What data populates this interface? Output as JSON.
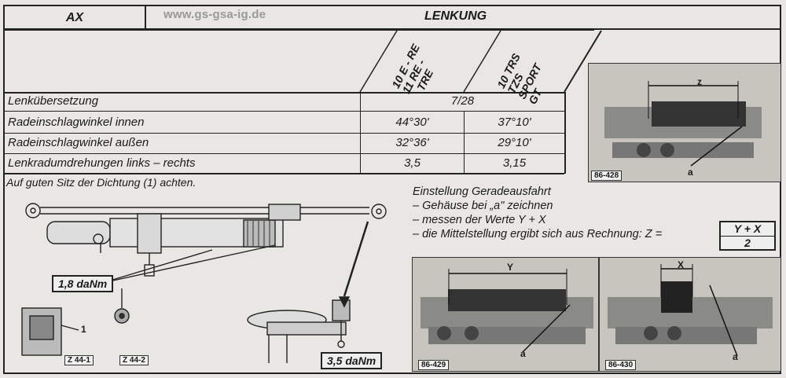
{
  "header": {
    "model": "AX",
    "url": "www.gs-gsa-ig.de",
    "title": "LENKUNG"
  },
  "columns": {
    "col1": "10 E - RE\n11 RE -\n   TRE",
    "col2": "10 TRS\nTZS\nSPORT\nGT"
  },
  "rows": [
    {
      "label": "Lenkübersetzung",
      "value": "7/28"
    },
    {
      "label": "Radeinschlagwinkel innen",
      "v1": "44°30'",
      "v2": "37°10'"
    },
    {
      "label": "Radeinschlagwinkel außen",
      "v1": "32°36'",
      "v2": "29°10'"
    },
    {
      "label": "Lenkradumdrehungen links – rechts",
      "v1": "3,5",
      "v2": "3,15"
    }
  ],
  "note": "Auf guten Sitz der Dichtung (1) achten.",
  "setup": {
    "title": "Einstellung Geradeausfahrt",
    "step1": "– Gehäuse bei „a\" zeichnen",
    "step2": "– messen der Werte Y + X",
    "step3": "– die Mittelstellung ergibt sich aus Rechnung: Z ="
  },
  "formula": {
    "numerator": "Y + X",
    "denominator": "2"
  },
  "torques": {
    "t1": "1,8 daNm",
    "t2": "3,5 daNm"
  },
  "figure_codes": {
    "f1": "Z 44-1",
    "f2": "Z 44-2"
  },
  "photos": {
    "p1": {
      "code": "86-428",
      "dim": "z",
      "mark": "a"
    },
    "p2": {
      "code": "86-429",
      "dim": "Y",
      "mark": "a"
    },
    "p3": {
      "code": "86-430",
      "dim": "X",
      "mark": "a"
    }
  },
  "callout": "1"
}
